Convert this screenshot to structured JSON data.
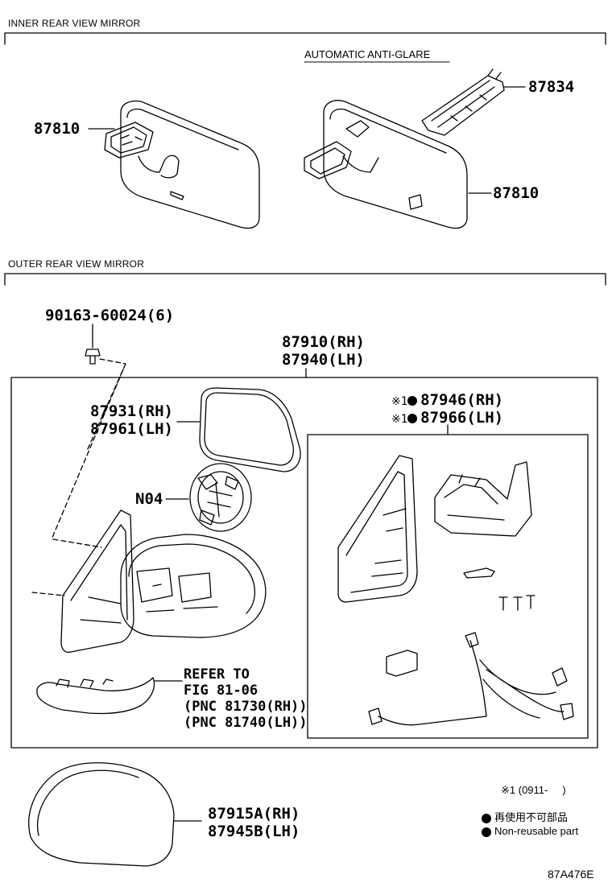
{
  "sections": {
    "inner": "INNER REAR VIEW MIRROR",
    "outer": "OUTER REAR VIEW MIRROR"
  },
  "inner": {
    "subtitle": "AUTOMATIC ANTI-GLARE",
    "part_left": "87810",
    "part_right": "87810",
    "part_sensor": "87834"
  },
  "outer": {
    "bolt": "90163-60024(6)",
    "assy_rh": "87910(RH)",
    "assy_lh": "87940(LH)",
    "mirror_rh": "87931(RH)",
    "mirror_lh": "87961(LH)",
    "motor": "N04",
    "sub_rh": "87946(RH)",
    "sub_lh": "87966(LH)",
    "sub_mark": "※1",
    "refer_1": "REFER TO",
    "refer_2": "FIG 81-06",
    "refer_3": "(PNC 81730(RH))",
    "refer_4": "(PNC 81740(LH))",
    "cover_rh": "87915A(RH)",
    "cover_lh": "87945B(LH)"
  },
  "legend": {
    "range": "※1 (0911-     )",
    "jp": "再使用不可部品",
    "en": "Non-reusable part"
  },
  "figure_id": "87A476E"
}
